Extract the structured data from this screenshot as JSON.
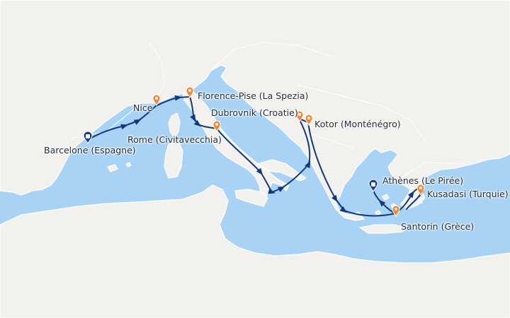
{
  "map": {
    "colors": {
      "sea": "#a9d3f5",
      "land": "#f3f1ee",
      "border": "#ffffff",
      "route": "#123a7a",
      "port_marker": "#f5842b",
      "home_port_marker": "#1b3f8f"
    },
    "ports": [
      {
        "id": "barcelone",
        "label": "Barcelone (Espagne)",
        "marker": "home-port"
      },
      {
        "id": "nice",
        "label": "Nice",
        "marker": "port"
      },
      {
        "id": "florence",
        "label": "Florence-Pise (La Spezia)",
        "marker": "port"
      },
      {
        "id": "rome",
        "label": "Rome (Civitavecchia)",
        "marker": "port"
      },
      {
        "id": "dubrovnik",
        "label": "Dubrovnik (Croatie)",
        "marker": "port"
      },
      {
        "id": "kotor",
        "label": "Kotor (Monténégro)",
        "marker": "port"
      },
      {
        "id": "athenes",
        "label": "Athènes (Le Pirée)",
        "marker": "home-port"
      },
      {
        "id": "kusadasi",
        "label": "Kusadasi (Turquie)",
        "marker": "port"
      },
      {
        "id": "santorin",
        "label": "Santorin (Grèce)",
        "marker": "port"
      }
    ]
  }
}
